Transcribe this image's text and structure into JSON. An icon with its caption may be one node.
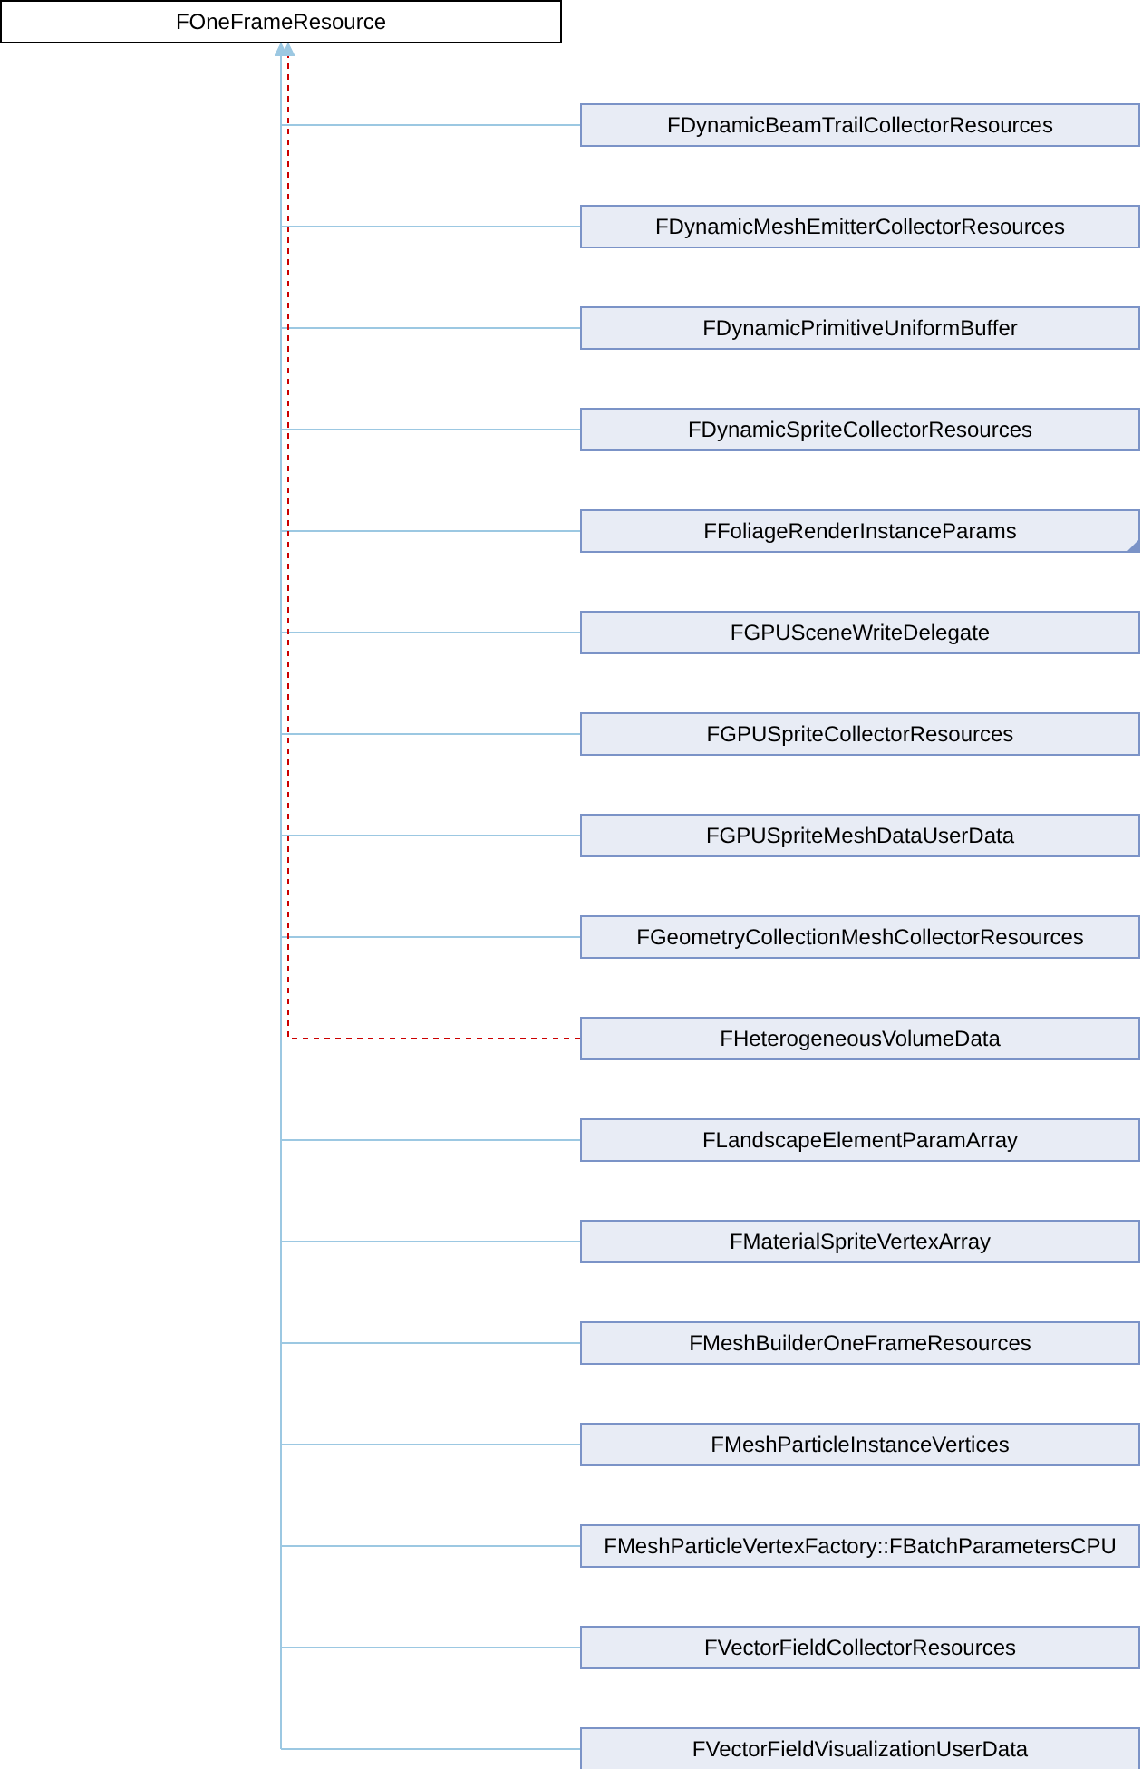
{
  "diagram": {
    "nodes": [
      {
        "text": [
          "FOneFrameResource"
        ]
      },
      {
        "text": [
          "FDynamicBeamTrailCollectorResources"
        ]
      },
      {
        "text": [
          "FDynamicMeshEmitterCollectorResources"
        ]
      },
      {
        "text": [
          "FDynamicPrimitiveUniformBuffer"
        ]
      },
      {
        "text": [
          "FDynamicSpriteCollectorResources"
        ]
      },
      {
        "text": [
          "FFoliageRenderInstanceParams"
        ]
      },
      {
        "text": [
          "FGPUSceneWriteDelegate"
        ]
      },
      {
        "text": [
          "FGPUSpriteCollectorResources"
        ]
      },
      {
        "text": [
          "FGPUSpriteMeshDataUserData"
        ]
      },
      {
        "text": [
          "FGeometryCollectionMeshCollectorResources"
        ]
      },
      {
        "text": [
          "FHeterogeneousVolumeData"
        ]
      },
      {
        "text": [
          "FLandscapeElementParamArray"
        ]
      },
      {
        "text": [
          "FMaterialSpriteVertexArray"
        ]
      },
      {
        "text": [
          "FMeshBuilderOneFrameResources"
        ]
      },
      {
        "text": [
          "FMeshParticleInstanceVertices"
        ]
      },
      {
        "text": [
          "FMeshParticleVertexFactory::FBatchParametersCPU"
        ]
      },
      {
        "text": [
          "FVectorFieldCollectorResources"
        ]
      },
      {
        "text": [
          "FVectorFieldVisualizationUserData"
        ]
      }
    ],
    "edges": [
      {
        "from": 1,
        "to": 0,
        "arrow": "to"
      },
      {
        "from": 2,
        "to": 0,
        "arrow": "to"
      },
      {
        "from": 3,
        "to": 0,
        "arrow": "to"
      },
      {
        "from": 4,
        "to": 0,
        "arrow": "to"
      },
      {
        "from": 5,
        "to": 0,
        "arrow": "to"
      },
      {
        "from": 6,
        "to": 0,
        "arrow": "to"
      },
      {
        "from": 7,
        "to": 0,
        "arrow": "to"
      },
      {
        "from": 8,
        "to": 0,
        "arrow": "to"
      },
      {
        "from": 9,
        "to": 0,
        "arrow": "to"
      },
      {
        "from": 10,
        "to": 0,
        "arrow": "to",
        "style": "dashed",
        "color": "#cc0000"
      },
      {
        "from": 11,
        "to": 0,
        "arrow": "to"
      },
      {
        "from": 12,
        "to": 0,
        "arrow": "to"
      },
      {
        "from": 13,
        "to": 0,
        "arrow": "to"
      },
      {
        "from": 14,
        "to": 0,
        "arrow": "to"
      },
      {
        "from": 15,
        "to": 0,
        "arrow": "to"
      },
      {
        "from": 16,
        "to": 0,
        "arrow": "to"
      },
      {
        "from": 17,
        "to": 0,
        "arrow": "to"
      }
    ]
  }
}
